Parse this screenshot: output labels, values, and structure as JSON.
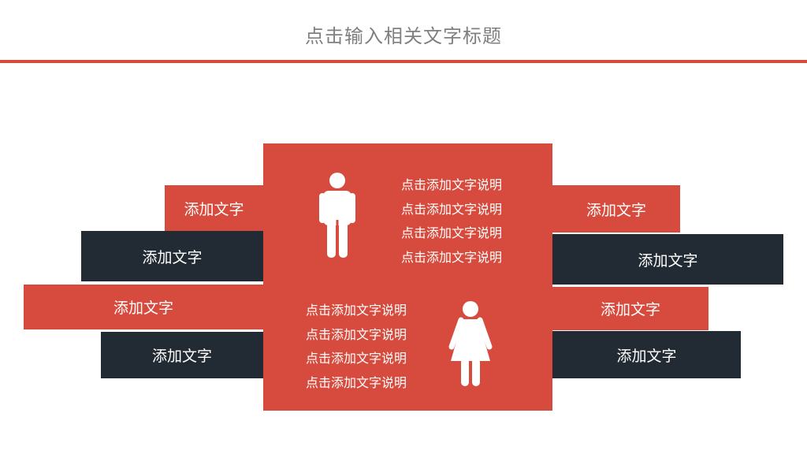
{
  "title": "点击输入相关文字标题",
  "colors": {
    "accent": "#d64b3d",
    "dark": "#222a33",
    "title": "#7f7f7f"
  },
  "left_labels": [
    "添加文字",
    "添加文字",
    "添加文字",
    "添加文字"
  ],
  "right_labels": [
    "添加文字",
    "添加文字",
    "添加文字",
    "添加文字"
  ],
  "male_block": {
    "icon": "male-person-icon",
    "lines": [
      "点击添加文字说明",
      "点击添加文字说明",
      "点击添加文字说明",
      "点击添加文字说明"
    ]
  },
  "female_block": {
    "icon": "female-person-icon",
    "lines": [
      "点击添加文字说明",
      "点击添加文字说明",
      "点击添加文字说明",
      "点击添加文字说明"
    ]
  }
}
